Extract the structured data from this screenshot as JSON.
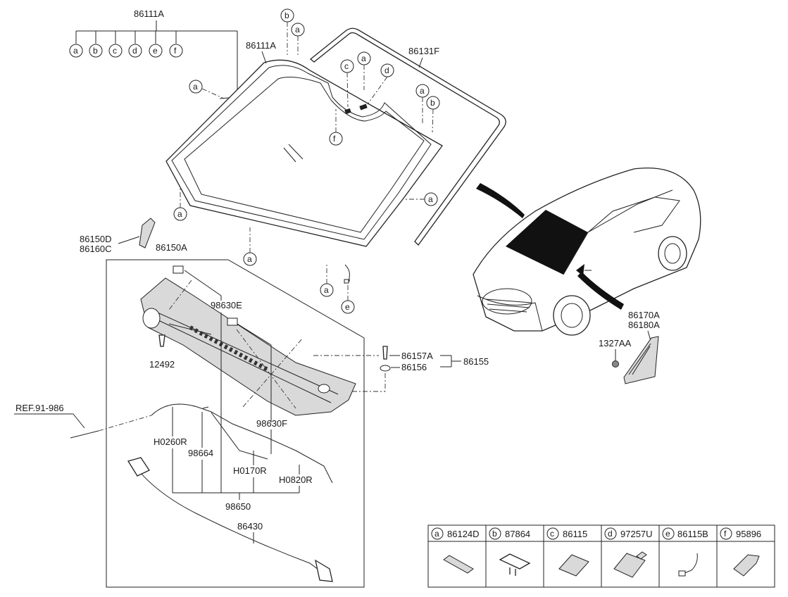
{
  "labels": {
    "p86111A_top": "86111A",
    "p86111A_glass": "86111A",
    "p86131F": "86131F",
    "p86150D": "86150D",
    "p86160C": "86160C",
    "p86150A": "86150A",
    "p98630E": "98630E",
    "p12492": "12492",
    "p86157A": "86157A",
    "p86156": "86156",
    "p86155": "86155",
    "p98630F": "98630F",
    "ref": "REF.91-986",
    "pH0260R": "H0260R",
    "p98664": "98664",
    "pH0170R": "H0170R",
    "pH0820R": "H0820R",
    "p98650": "98650",
    "p86430": "86430",
    "p86170A": "86170A",
    "p86180A": "86180A",
    "p1327AA": "1327AA"
  },
  "callouts": {
    "a": "a",
    "b": "b",
    "c": "c",
    "d": "d",
    "e": "e",
    "f": "f"
  },
  "legend": [
    {
      "key": "a",
      "part": "86124D"
    },
    {
      "key": "b",
      "part": "87864"
    },
    {
      "key": "c",
      "part": "86115"
    },
    {
      "key": "d",
      "part": "97257U"
    },
    {
      "key": "e",
      "part": "86115B"
    },
    {
      "key": "f",
      "part": "95896"
    }
  ]
}
